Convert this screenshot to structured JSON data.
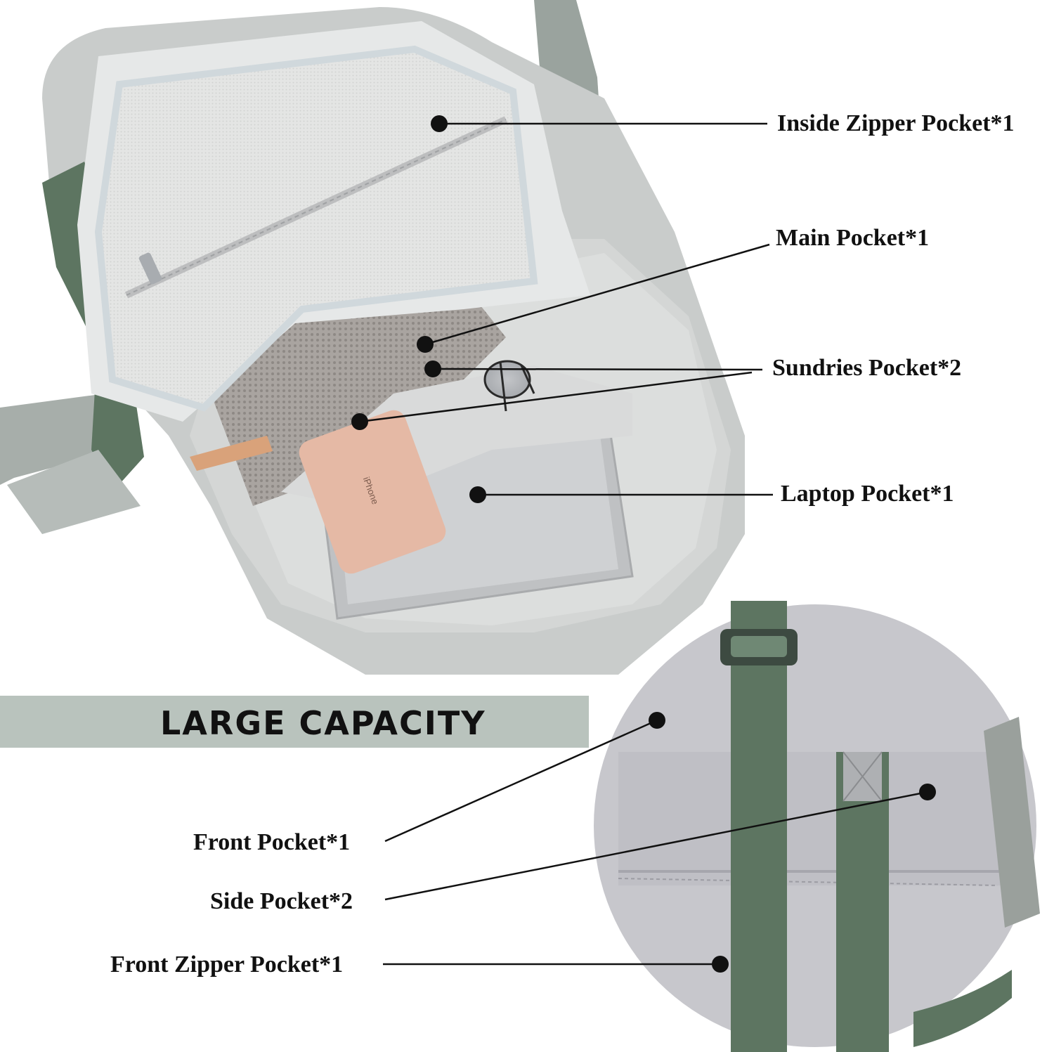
{
  "heading": "LARGE CAPACITY",
  "labels": {
    "inside_zipper": "Inside Zipper Pocket*1",
    "main": "Main Pocket*1",
    "sundries": "Sundries Pocket*2",
    "laptop": "Laptop Pocket*1",
    "front": "Front Pocket*1",
    "side": "Side Pocket*2",
    "front_zipper": "Front Zipper Pocket*1"
  },
  "device_text": "iPhone",
  "colors": {
    "bag_gray": "#c9cccb",
    "bag_green": "#5d7561",
    "banner": "#b9c3bd",
    "leader": "#111111",
    "phone": "#e5b9a5"
  }
}
